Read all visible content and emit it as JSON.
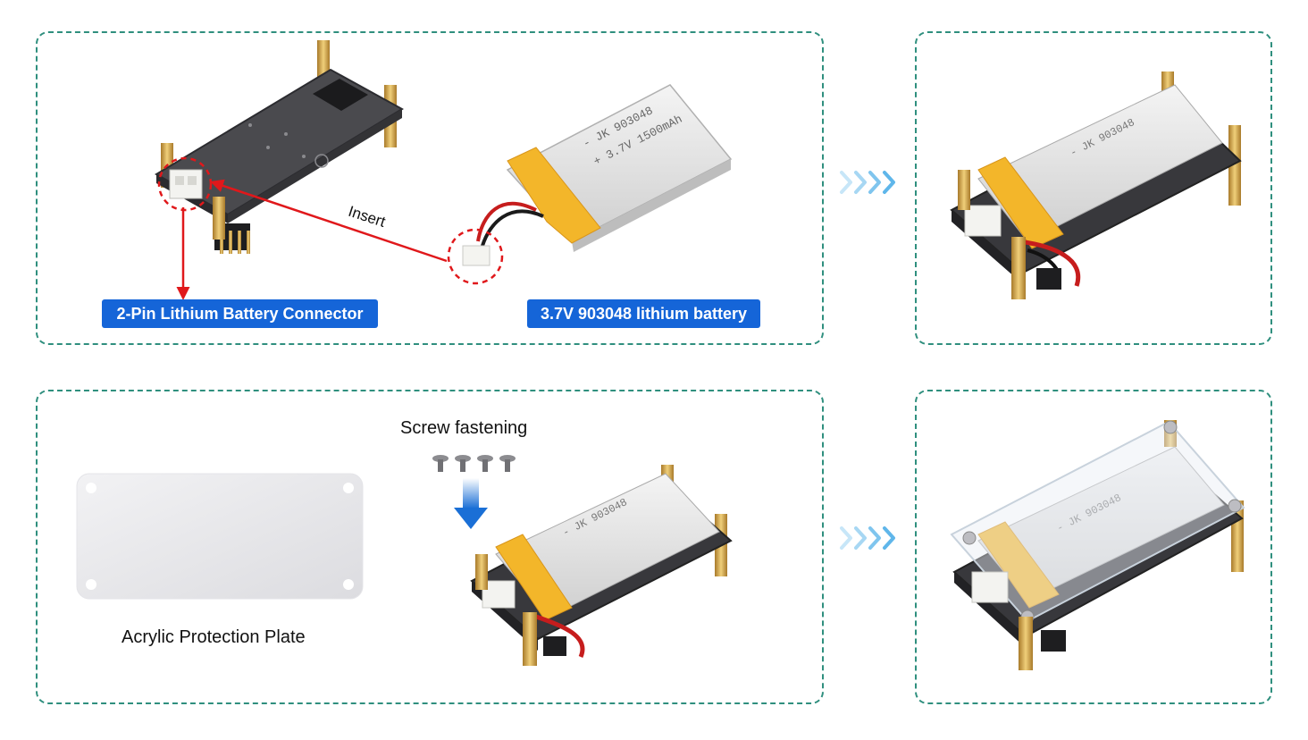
{
  "step1": {
    "connector_label": "2-Pin Lithium Battery Connector",
    "battery_label": "3.7V 903048 lithium battery",
    "insert_label": "Insert",
    "battery_print_line1": "- JK 903048",
    "battery_print_line2": "+ 3.7V 1500mAh"
  },
  "step3": {
    "plate_label": "Acrylic Protection Plate",
    "screw_label": "Screw fastening"
  },
  "colors": {
    "frame": "#2f8f7e",
    "label_bg": "#1565d8",
    "arrow_red": "#e0181b",
    "chevrons": "#5fb6ea"
  }
}
